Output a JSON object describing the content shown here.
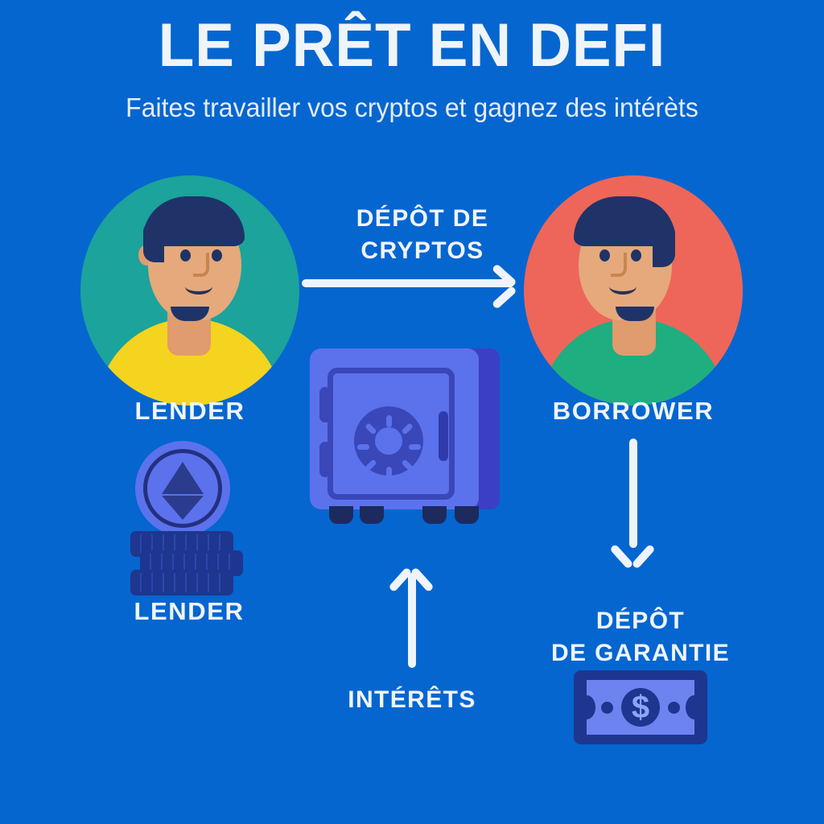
{
  "header": {
    "title": "LE PRÊT EN DEFI",
    "subtitle": "Faites travailler vos cryptos et gagnez des intérèts"
  },
  "colors": {
    "background": "#0566d0",
    "text": "#eff5fb",
    "lender_circle": "#1ba39c",
    "borrower_circle": "#ee6659",
    "lender_shirt": "#f4d41f",
    "borrower_shirt": "#1fae80",
    "hair": "#1f3368",
    "skin": "#e5a97b",
    "safe_body": "#5b72ec",
    "safe_side": "#3b3fc4",
    "safe_detail": "#3a47b9",
    "coin_dark": "#1e368f",
    "arrow": "#eff4fa"
  },
  "actors": {
    "lender": {
      "label": "LENDER",
      "avatar_icon": "person-avatar-lender"
    },
    "borrower": {
      "label": "BORROWER",
      "avatar_icon": "person-avatar-borrower"
    }
  },
  "vault": {
    "icon": "safe-vault-icon"
  },
  "assets": {
    "crypto_stack": {
      "label": "LENDER",
      "icon": "ethereum-coin-stack-icon"
    },
    "collateral_note": {
      "icon": "banknote-dollar-icon",
      "symbol": "$"
    }
  },
  "flows": [
    {
      "id": "deposit-cryptos",
      "label_line1": "DÉPÔT DE",
      "label_line2": "CRYPTOS",
      "direction": "right",
      "from": "LENDER",
      "to": "BORROWER"
    },
    {
      "id": "interest",
      "label_line1": "INTÉRÊTS",
      "label_line2": "",
      "direction": "up",
      "from": "BORROWER",
      "to": "LENDER"
    },
    {
      "id": "collateral-deposit",
      "label_line1": "DÉPÔT",
      "label_line2": "DE GARANTIE",
      "direction": "down",
      "from": "BORROWER",
      "to": "VAULT"
    }
  ]
}
